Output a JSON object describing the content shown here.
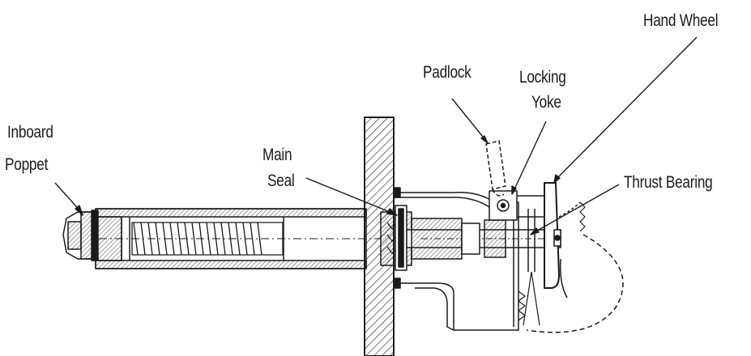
{
  "labels": {
    "hand_wheel": "Hand Wheel",
    "padlock": "Padlock",
    "locking_yoke_line1": "Locking",
    "locking_yoke_line2": "Yoke",
    "inboard_poppet_line1": "Inboard",
    "inboard_poppet_line2": "Poppet",
    "main_seal_line1": "Main",
    "main_seal_line2": "Seal",
    "thrust_bearing": "Thrust Bearing"
  },
  "colors": {
    "ink": "#1a1a1a",
    "background": "#ffffff"
  }
}
